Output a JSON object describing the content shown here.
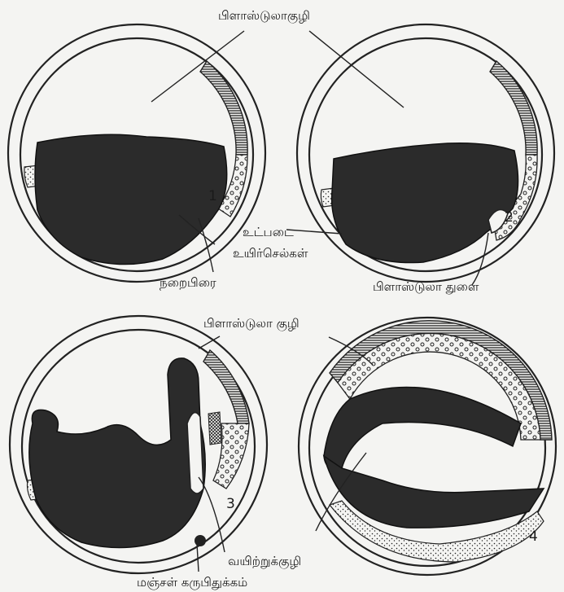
{
  "labels": {
    "blastula_cavity_top": "பிளாஸ்டுலாகுழி",
    "hypoblast": "உட்படை",
    "germ_cells": "உயிர்செல்கள்",
    "grey_crescent": "நறைபிரை",
    "blastopore": "பிளாஸ்டுலா துளை",
    "blastula_cavity_mid": "பிளாஸ்டுலா குழி",
    "gut_cavity": "வயிற்றுக்குழி",
    "yolk_plug": "மஞ்சள் கருபிதுக்கம்"
  },
  "stage_numbers": [
    "1",
    "2",
    "3",
    "4"
  ]
}
